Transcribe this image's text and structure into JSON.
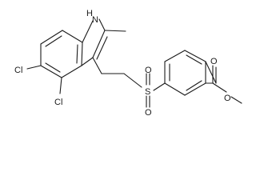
{
  "molecule": {
    "atoms": [
      {
        "id": "H",
        "label": "H"
      },
      {
        "id": "N",
        "label": "N"
      },
      {
        "id": "Cl1",
        "label": "Cl"
      },
      {
        "id": "Cl2",
        "label": "Cl"
      },
      {
        "id": "S",
        "label": "S"
      },
      {
        "id": "O1",
        "label": "O"
      },
      {
        "id": "O2",
        "label": "O"
      },
      {
        "id": "O3",
        "label": "O"
      },
      {
        "id": "O4",
        "label": "O"
      }
    ]
  }
}
